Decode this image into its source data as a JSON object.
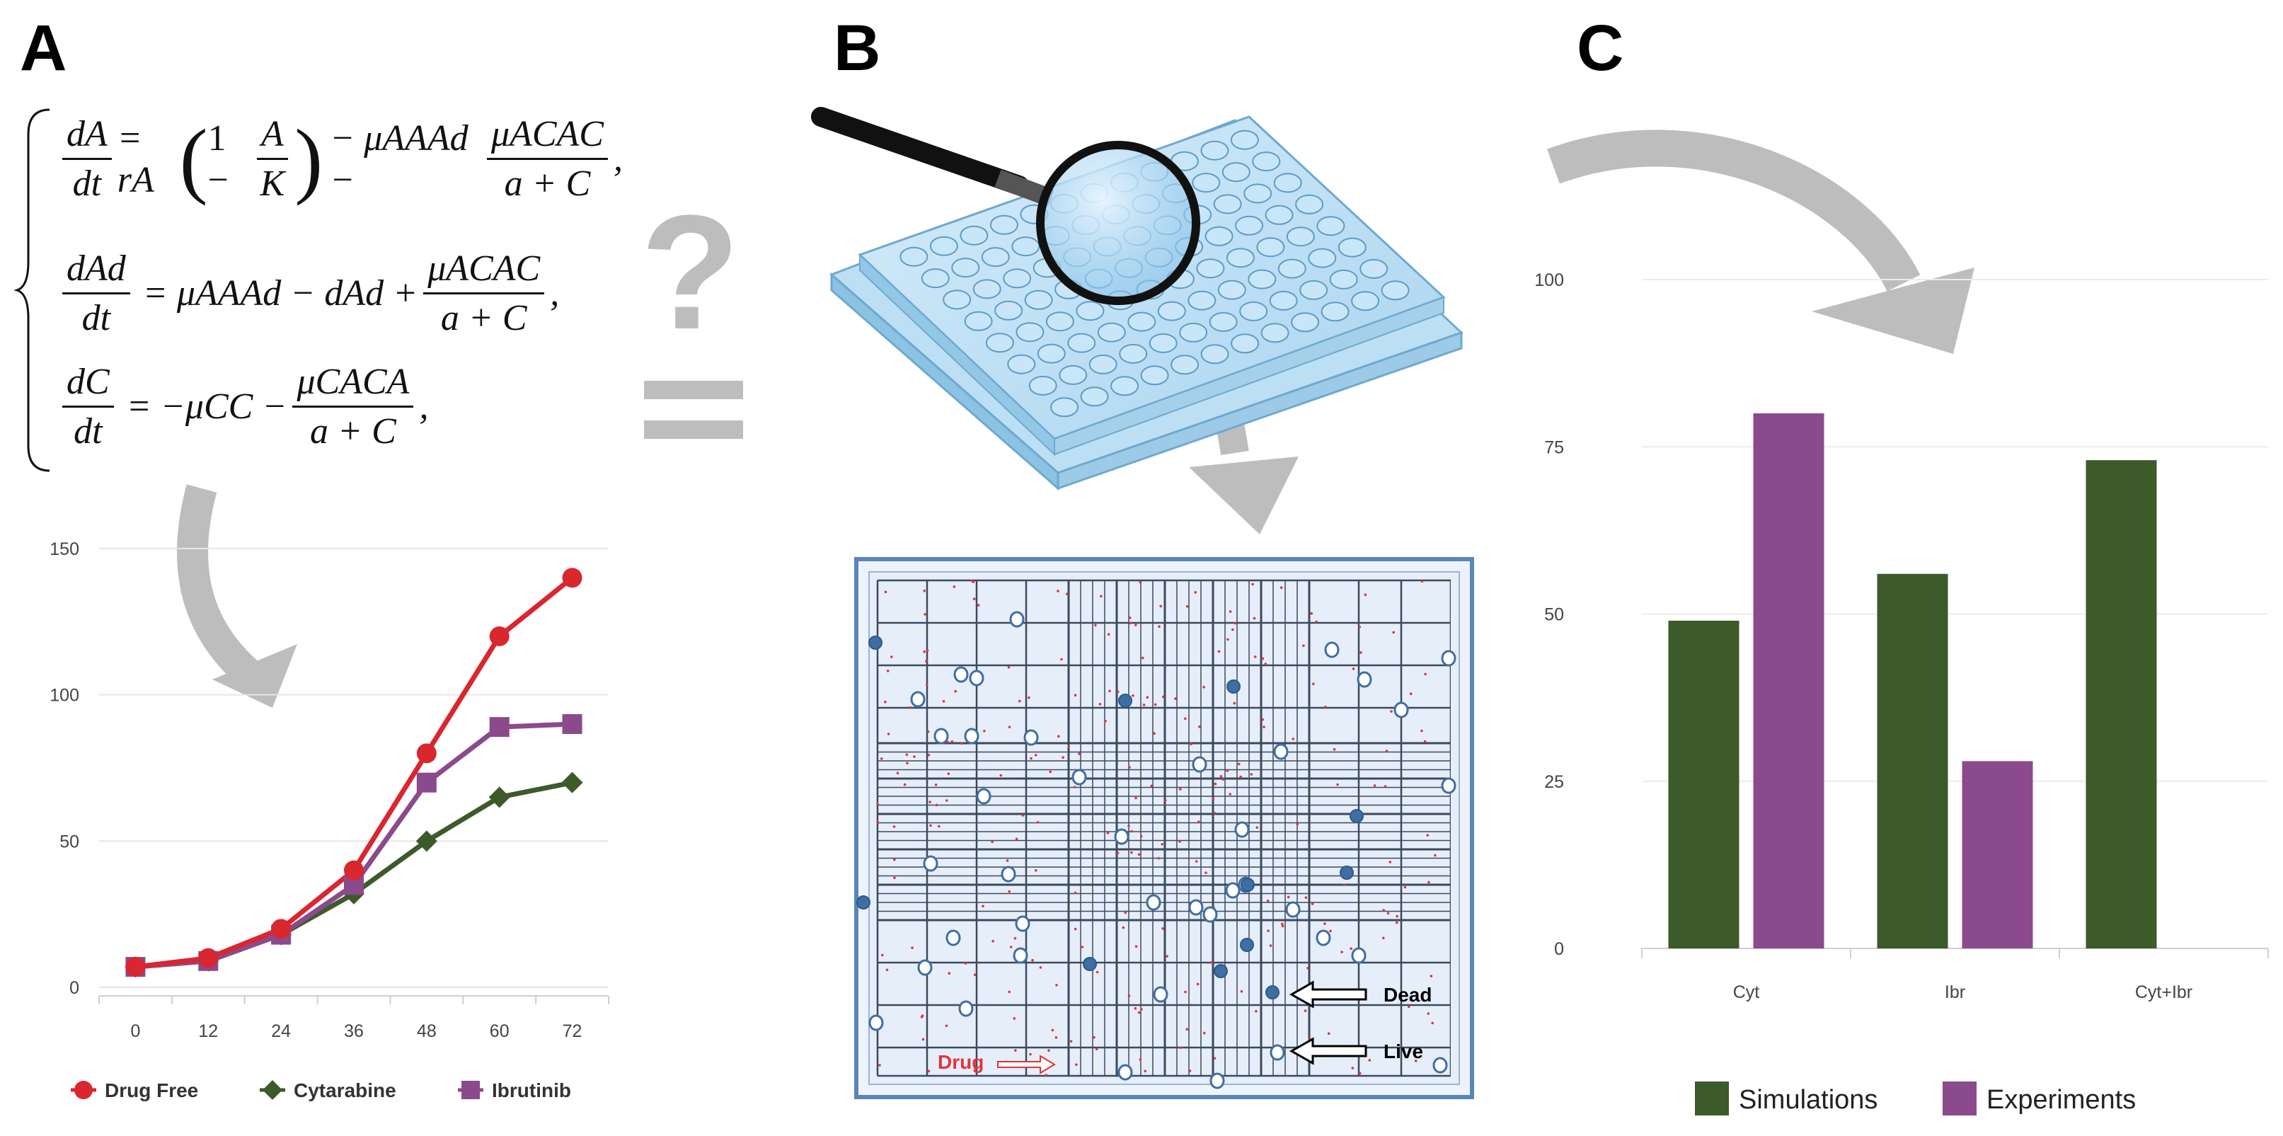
{
  "panels": {
    "a_letter": "A",
    "b_letter": "B",
    "c_letter": "C"
  },
  "equations": {
    "eq1": {
      "lhs_num": "dA",
      "lhs_den": "dt",
      "rhs_a": "= rA",
      "inner_frac_num": "A",
      "inner_frac_den": "K",
      "inner_one": "1 −",
      "rhs_b": "− μAAAd −",
      "frac_num": "μACAC",
      "frac_den": "a + C",
      "tail": ","
    },
    "eq2": {
      "lhs_num": "dAd",
      "lhs_den": "dt",
      "rhs_a": "= μAAAd − dAd +",
      "frac_num": "μACAC",
      "frac_den": "a + C",
      "tail": ","
    },
    "eq3": {
      "lhs_num": "dC",
      "lhs_den": "dt",
      "rhs_a": "= −μCC −",
      "frac_num": "μCACA",
      "frac_den": "a + C",
      "tail": ","
    }
  },
  "question_mark": "?",
  "hemocytometer": {
    "dead_label": "Dead",
    "live_label": "Live",
    "drug_label": "Drug"
  },
  "colors": {
    "drug_free": "#d9262f",
    "cytarabine": "#3d5a2a",
    "ibrutinib": "#8b4a8c",
    "simulations": "#3d5a2a",
    "experiments": "#8b4a8c",
    "arrow_gray": "#bdbdbd",
    "plate_blue": "#a9d4ef"
  },
  "chart_data": [
    {
      "type": "line",
      "x": [
        0,
        12,
        24,
        36,
        48,
        60,
        72
      ],
      "x_tick_labels": [
        "0",
        "12",
        "24",
        "36",
        "48",
        "60",
        "72"
      ],
      "y_tick_labels": [
        "0",
        "50",
        "100",
        "150"
      ],
      "ylim": [
        0,
        150
      ],
      "grid": true,
      "legend_position": "bottom",
      "series": [
        {
          "name": "Drug Free",
          "marker": "circle",
          "values": [
            7,
            10,
            20,
            40,
            80,
            120,
            140
          ]
        },
        {
          "name": "Cytarabine",
          "marker": "diamond",
          "values": [
            7,
            9,
            18,
            32,
            50,
            65,
            70
          ]
        },
        {
          "name": "Ibrutinib",
          "marker": "square",
          "values": [
            7,
            9,
            18,
            35,
            70,
            89,
            90
          ]
        }
      ]
    },
    {
      "type": "bar",
      "categories": [
        "Cyt",
        "Ibr",
        "Cyt+Ibr"
      ],
      "y_tick_labels": [
        "0",
        "25",
        "50",
        "75",
        "100"
      ],
      "ylim": [
        0,
        100
      ],
      "grid": true,
      "legend_position": "bottom",
      "series": [
        {
          "name": "Simulations",
          "values": [
            49,
            56,
            73
          ]
        },
        {
          "name": "Experiments",
          "values": [
            80,
            28,
            0
          ]
        }
      ]
    }
  ]
}
